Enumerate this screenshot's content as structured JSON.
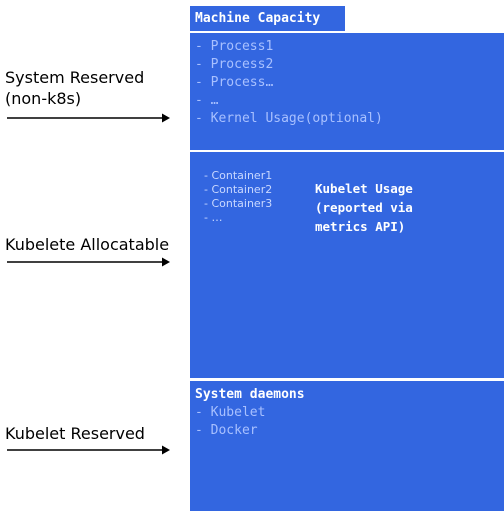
{
  "diagram": {
    "capacity_title": "Machine Capacity",
    "labels": {
      "system_reserved_line1": "System Reserved",
      "system_reserved_line2": "(non-k8s)",
      "allocatable": "Kubelete Allocatable",
      "kubelet_reserved": "Kubelet Reserved"
    },
    "system_reserved_items": [
      "- Process1",
      "- Process2",
      "- Process…",
      "- …",
      "- Kernel Usage(optional)"
    ],
    "container_items": [
      "- Container1",
      "- Container2",
      "- Container3",
      "- …"
    ],
    "kubelet_usage": {
      "line1": "Kubelet Usage",
      "line2": "(reported via",
      "line3": "metrics API)"
    },
    "daemons": {
      "title": "System daemons",
      "items": [
        "- Kubelet",
        "- Docker"
      ]
    },
    "colors": {
      "box": "#3366e0",
      "item_text": "#a8c0ff",
      "title_text": "#ffffff"
    }
  }
}
